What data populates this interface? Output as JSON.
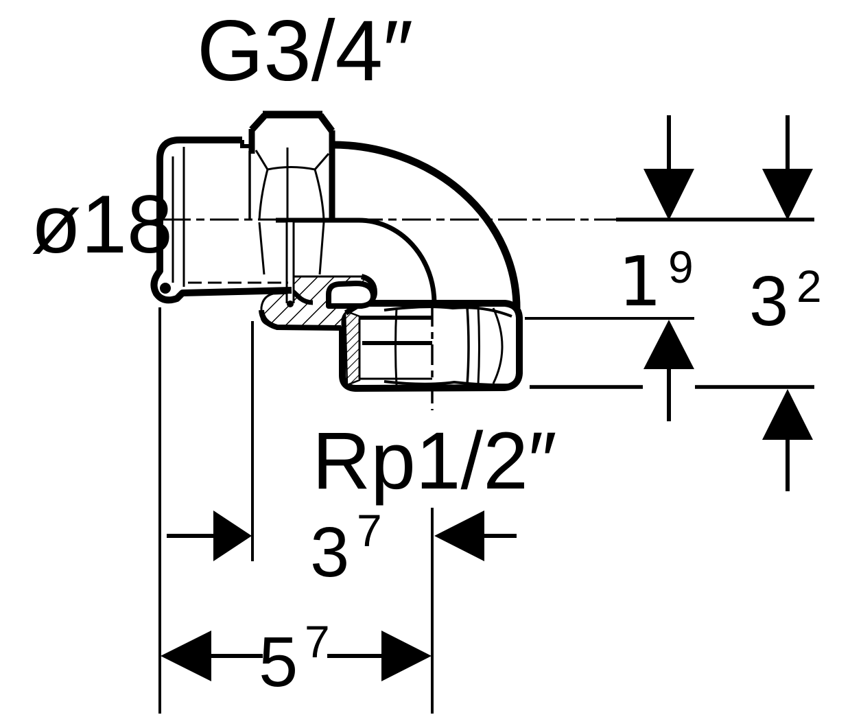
{
  "figure": {
    "type": "technical-drawing",
    "subject": "90 degree elbow pipe fitting with press socket, union nut and female thread outlet, half-section view with dimensions",
    "background_color": "#ffffff",
    "line_color": "#000000",
    "labels": {
      "union_thread": "G3/4″",
      "press_diameter": "ø18",
      "outlet_thread": "Rp1/2″"
    },
    "dimensions": {
      "d19": {
        "main": "1",
        "sup": "9"
      },
      "d32": {
        "main": "3",
        "sup": "2"
      },
      "d37": {
        "main": "3",
        "sup": "7"
      },
      "d57": {
        "main": "5",
        "sup": "7"
      }
    }
  }
}
